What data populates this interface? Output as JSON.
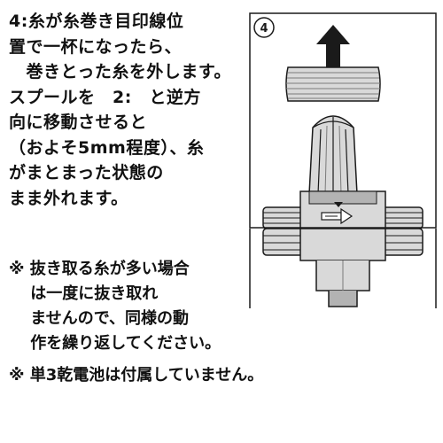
{
  "instruction": {
    "lines": [
      "4:糸が糸巻き目印線位",
      "置で一杯になったら、",
      "　巻きとった糸を外します。",
      "スプールを　2:　と逆方",
      "向に移動させると",
      "（およそ5mm程度）、糸",
      "がまとまった状態の",
      "まま外れます。"
    ]
  },
  "note_removal": {
    "lines": [
      "※ 抜き取る糸が多い場合",
      "　 は一度に抜き取れ",
      "　 ませんので、同様の動",
      "　 作を繰り返してください。"
    ]
  },
  "note_battery": {
    "text": "※ 単3乾電池は付属していません。"
  },
  "figure": {
    "step_number": "4"
  },
  "colors": {
    "line": "#1a1a1a",
    "fill_light": "#d9d9d9",
    "fill_mid": "#b3b3b3",
    "fill_dark": "#7a7a7a",
    "background": "#ffffff"
  }
}
